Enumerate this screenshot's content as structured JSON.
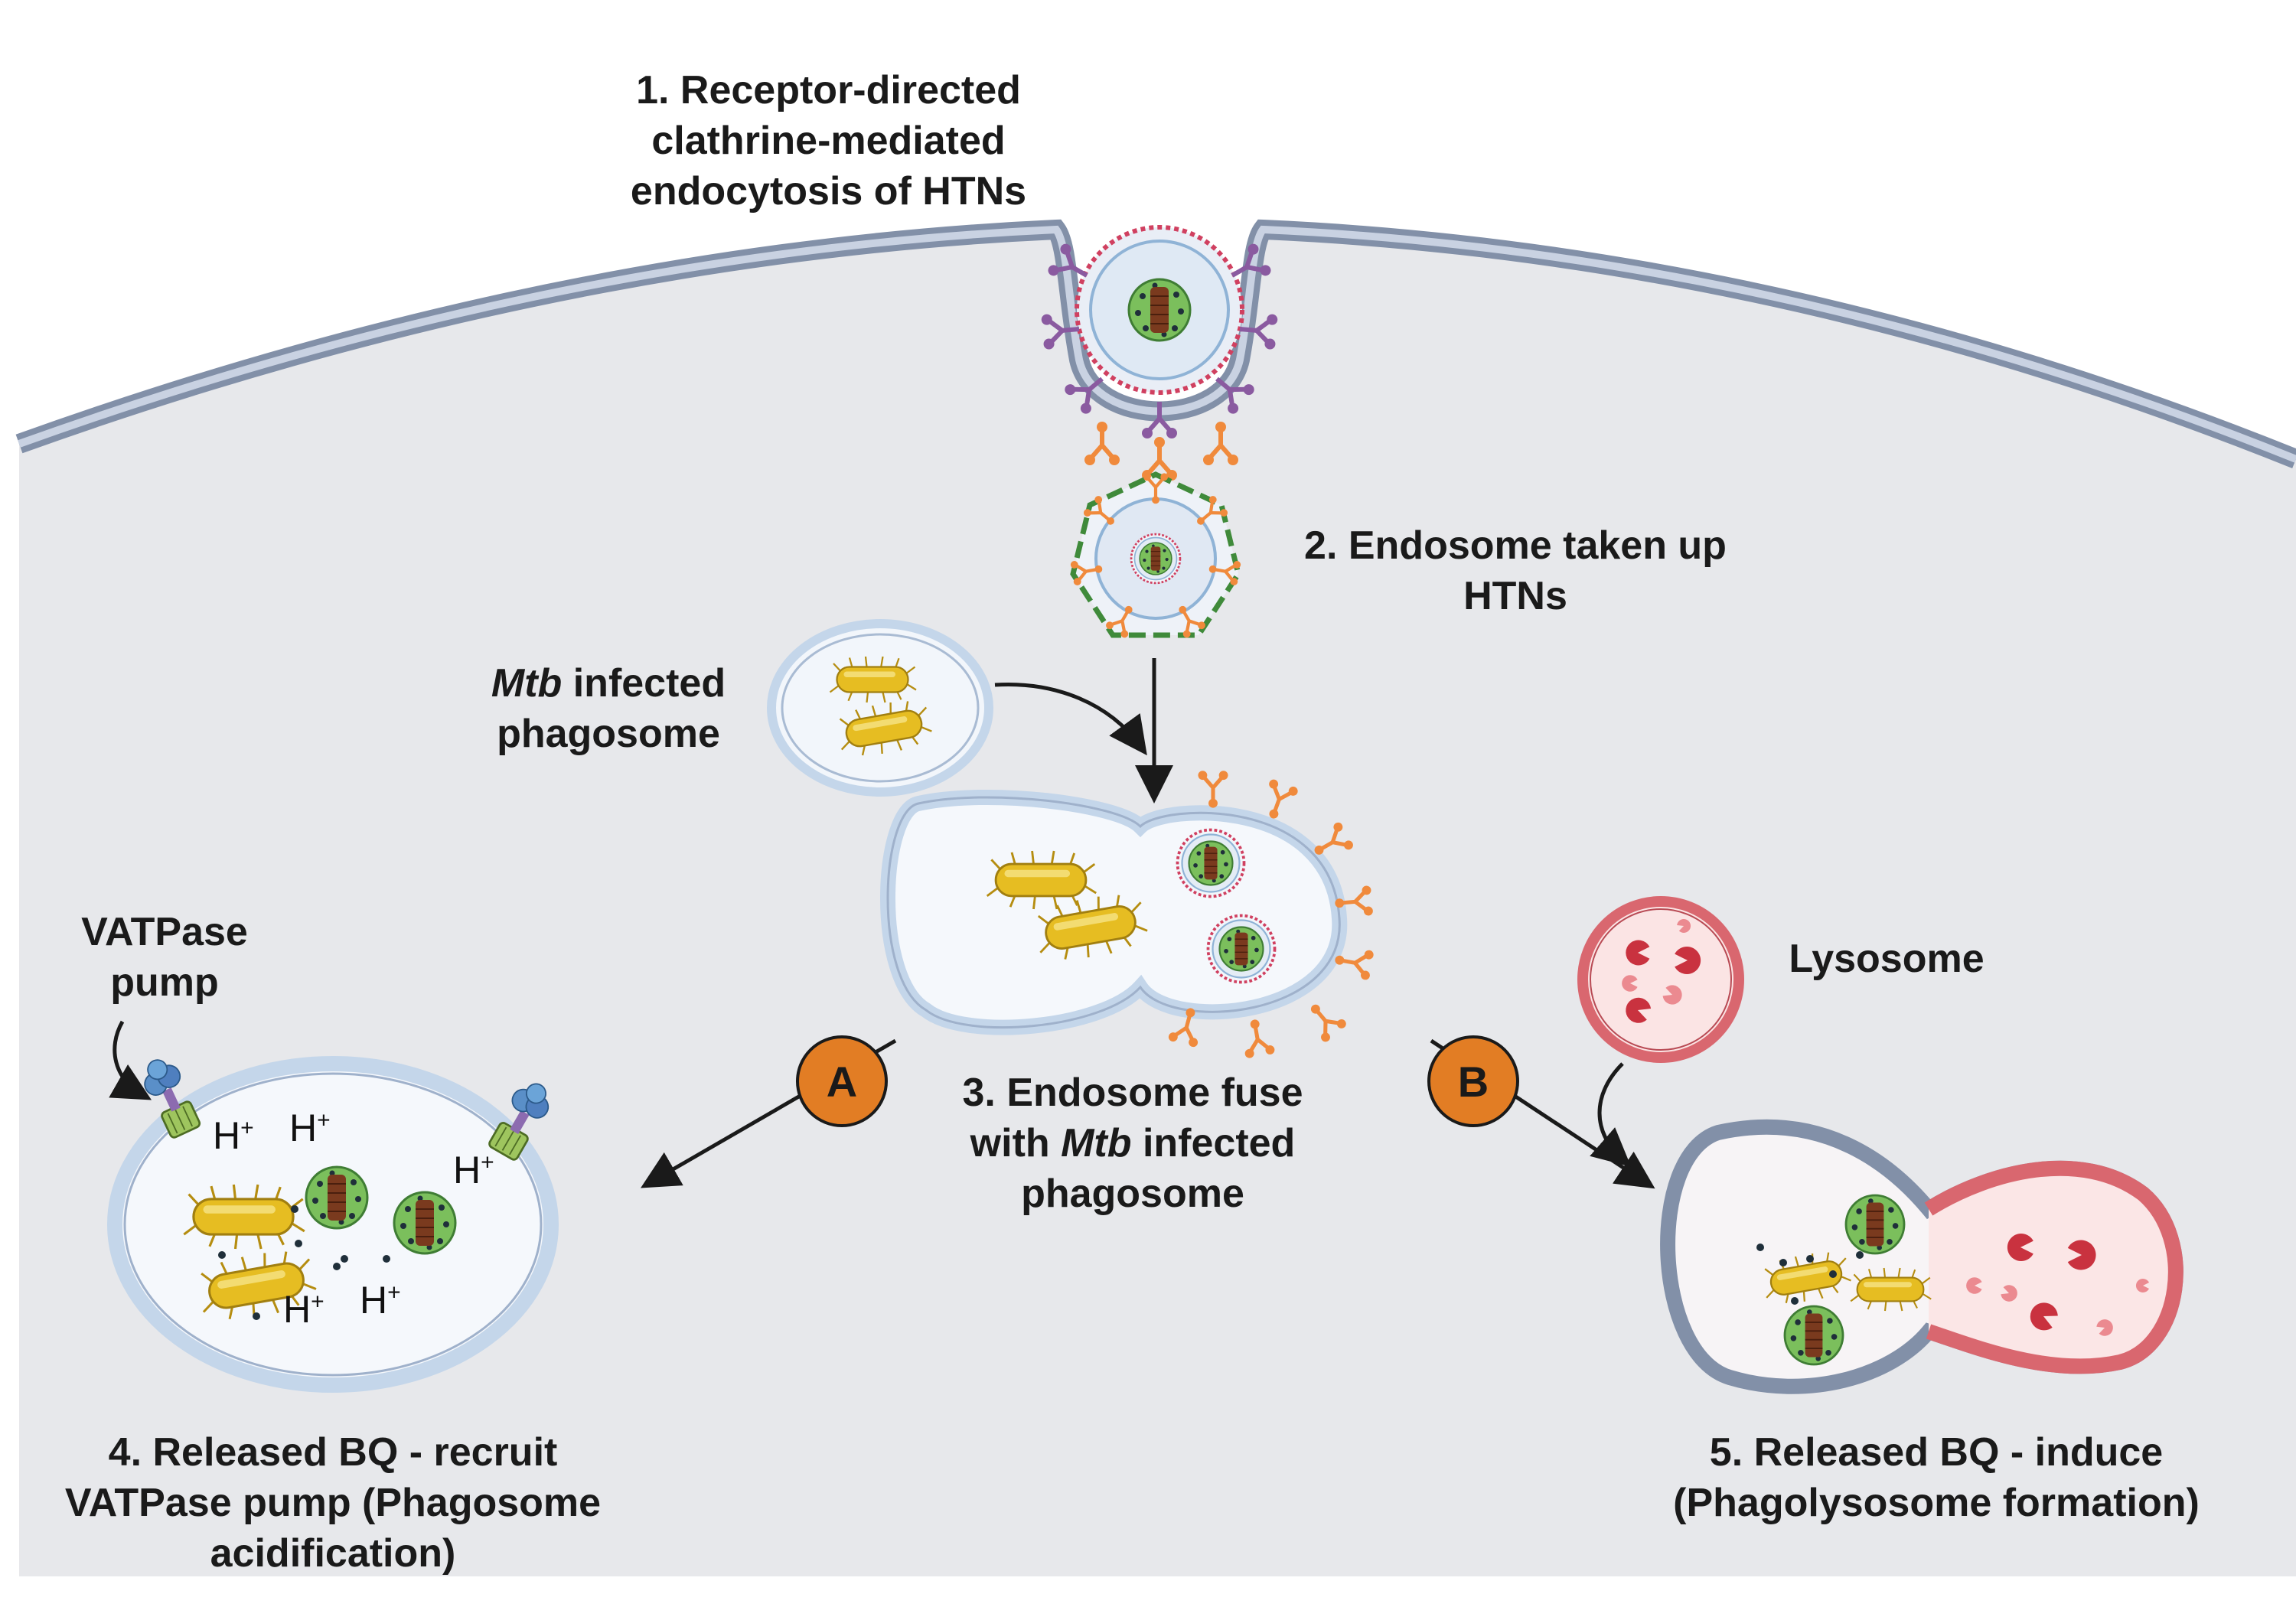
{
  "steps": {
    "step1": [
      "1. Receptor-directed",
      "clathrine-mediated",
      "endocytosis of HTNs"
    ],
    "step2": [
      "2. Endosome taken up",
      "HTNs"
    ],
    "phagosome_label": {
      "italic": "Mtb",
      "rest": " infected",
      "line2": "phagosome"
    },
    "step3": {
      "line1": "3. Endosome fuse",
      "line2_pre": "with ",
      "line2_italic": "Mtb",
      "line2_post": " infected",
      "line3": "phagosome"
    },
    "step4": [
      "4. Released BQ - recruit",
      "VATPase pump (Phagosome",
      "acidification)"
    ],
    "step5": [
      "5. Released BQ - induce",
      "(Phagolysosome formation)"
    ]
  },
  "labels": {
    "vatpase": [
      "VATPase",
      "pump"
    ],
    "lysosome": "Lysosome"
  },
  "badges": {
    "a": "A",
    "b": "B"
  },
  "hplus": {
    "base": "H",
    "sup": "+"
  },
  "colors": {
    "cytoplasm": "#e7e8eb",
    "membrane": "#a9b6cc",
    "membrane_dark": "#8290a8",
    "bacteria": "#e6bd22",
    "badge": "#e27d24",
    "lysosome": "#d9676f",
    "receptor_orange": "#f08a3c",
    "nanoparticle_green": "#7bbf5c"
  }
}
